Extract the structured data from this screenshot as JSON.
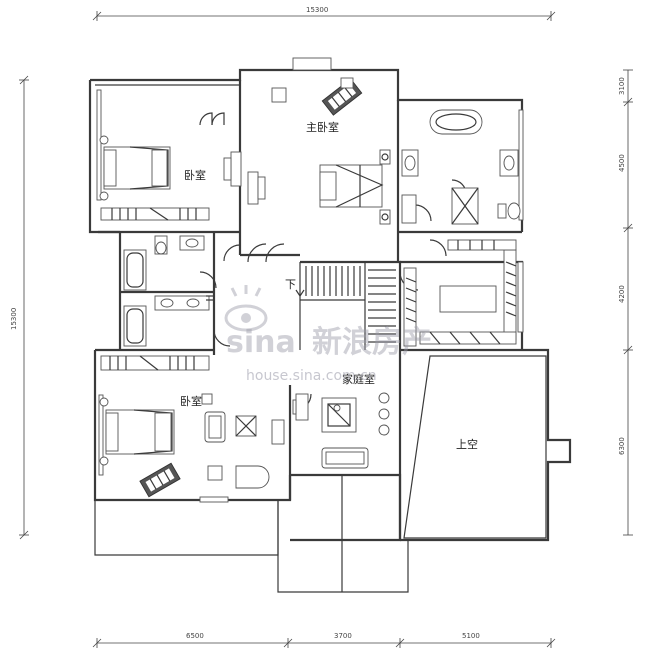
{
  "rooms": {
    "bedroom_1": "卧室",
    "master_bedroom": "主卧室",
    "bedroom_2": "卧室",
    "family_room": "家庭室",
    "open_to_below": "上空",
    "stair_down": "下"
  },
  "dimensions": {
    "top_total": "15300",
    "left_total": "15300",
    "right_1": "3100",
    "right_2": "4500",
    "right_3": "4200",
    "right_4": "6300",
    "bottom_1": "6500",
    "bottom_2": "3700",
    "bottom_3": "5100"
  },
  "watermark": {
    "brand_latin": "sina",
    "brand_cn": "新浪房产",
    "url": "house.sina.com.cn"
  }
}
